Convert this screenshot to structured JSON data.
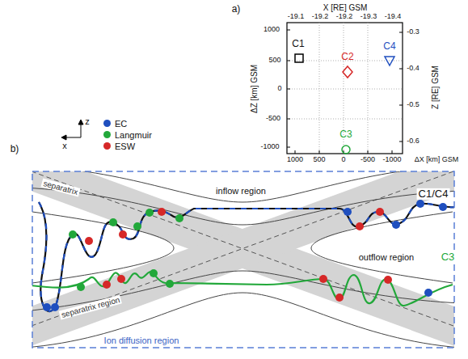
{
  "diagram": {
    "labels": [
      "a)",
      "X [RE] GSM",
      "-19.1",
      "-19.2",
      "-19.2",
      "-19.3",
      "-19.4",
      "1000",
      "500",
      "0",
      "-500",
      "-1000",
      "ΔZ [km] GSM",
      "-0.3",
      "-0.4",
      "-0.5",
      "-0.6",
      "Z [RE] GSM",
      "1000",
      "500",
      "0",
      "-500",
      "-1000",
      "ΔX [km] GSM",
      "C1",
      "C2",
      "C3",
      "C4",
      "b)",
      "z",
      "x",
      "separatrix",
      "inflow region",
      "outflow region",
      "separatrix region",
      "Ion diffusion region",
      "C1/C4",
      "C3"
    ],
    "legend": [
      {
        "text": "EC",
        "color": "#1f4fbf"
      },
      {
        "text": "Langmuir",
        "color": "#22a83a"
      },
      {
        "text": "ESW",
        "color": "#d62828"
      }
    ]
  }
}
